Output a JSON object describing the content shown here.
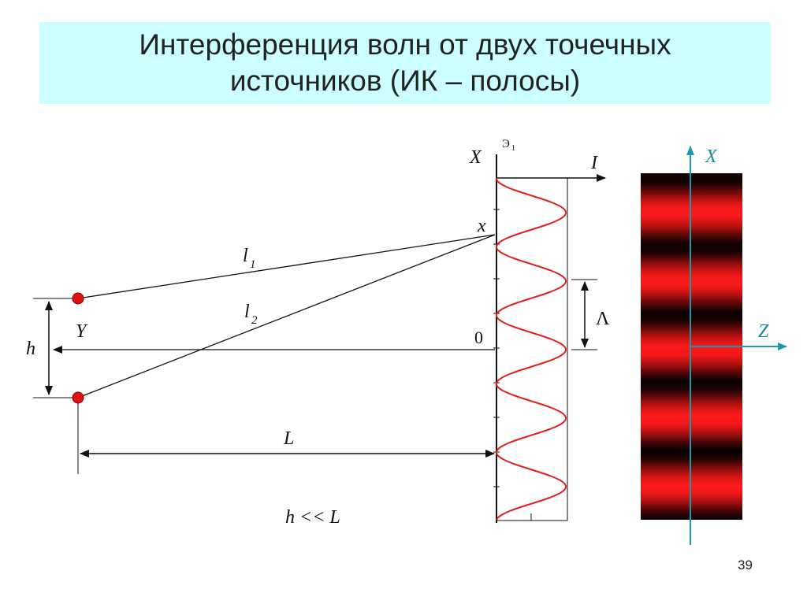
{
  "slide": {
    "title_line1": "Интерференция волн от двух точечных",
    "title_line2": "источников (ИК – полосы)",
    "page_number": "39"
  },
  "diagram": {
    "labels": {
      "x_axis": "X",
      "screen": "Э",
      "screen_sub": "1",
      "intensity": "I",
      "point_x": "x",
      "path1": "l",
      "path1_sub": "1",
      "path2": "l",
      "path2_sub": "2",
      "y": "Y",
      "h": "h",
      "origin": "0",
      "period": "Λ",
      "distance": "L",
      "condition": "h << L",
      "fringe_x": "X",
      "fringe_z": "Z"
    },
    "colors": {
      "line": "#111111",
      "source": "#e11111",
      "curve": "#e02020",
      "fringe_bright": "#ff1a1a",
      "fringe_dark": "#000000",
      "axis_blue": "#1a9aaa",
      "title_bg": "#ccffff"
    }
  }
}
